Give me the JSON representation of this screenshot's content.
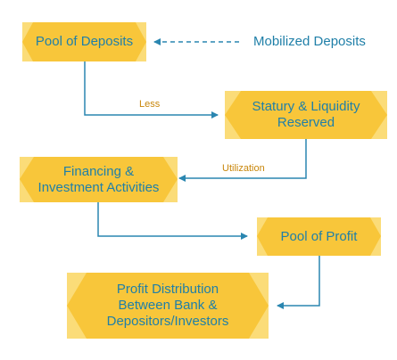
{
  "nodes": {
    "pool_of_deposits": "Pool of Deposits",
    "statutory_liquidity": "Statury & Liquidity Reserved",
    "financing_investment": "Financing & Investment Activities",
    "pool_of_profit": "Pool of Profit",
    "profit_distribution": "Profit Distribution Between Bank & Depositors/Investors"
  },
  "external_input": "Mobilized Deposits",
  "edge_labels": {
    "less": "Less",
    "utilization": "Utilization"
  },
  "colors": {
    "box_fill": "#f8c63a",
    "box_hex_light": "#fbdc78",
    "text": "#1f7fa8",
    "arrow": "#2a86b0",
    "edge_label": "#c8860a"
  }
}
